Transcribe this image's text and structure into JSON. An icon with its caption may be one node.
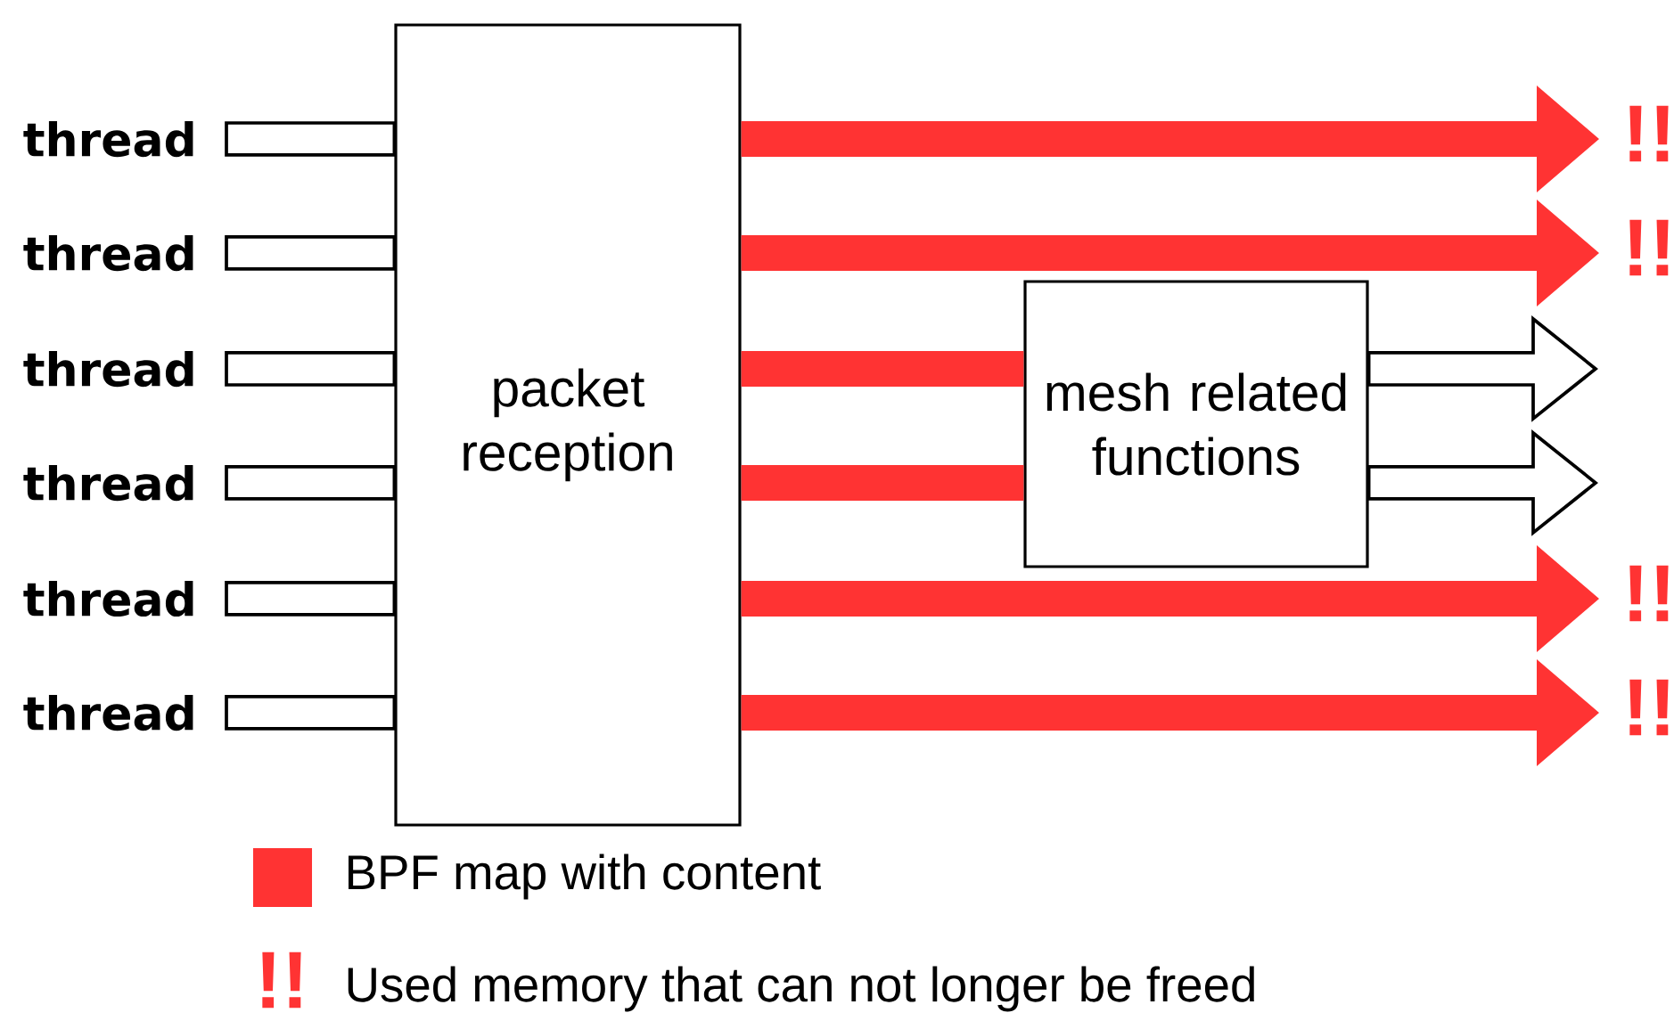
{
  "diagram": {
    "nodes": [
      {
        "text": [
          "thread"
        ]
      },
      {
        "text": [
          "thread"
        ]
      },
      {
        "text": [
          "thread"
        ]
      },
      {
        "text": [
          "thread"
        ]
      },
      {
        "text": [
          "thread"
        ]
      },
      {
        "text": [
          "thread"
        ]
      },
      {
        "text": [
          "packet reception"
        ]
      },
      {
        "text": [
          "mesh related functions"
        ]
      }
    ],
    "edges": [
      {
        "from": 0,
        "to": 6,
        "arrow": "none"
      },
      {
        "from": 1,
        "to": 6,
        "arrow": "none"
      },
      {
        "from": 2,
        "to": 6,
        "arrow": "none"
      },
      {
        "from": 3,
        "to": 6,
        "arrow": "none"
      },
      {
        "from": 4,
        "to": 6,
        "arrow": "none"
      },
      {
        "from": 5,
        "to": 6,
        "arrow": "none"
      },
      {
        "from": 6,
        "to": null,
        "arrow": "to",
        "style": "thick",
        "color": "#ff3333"
      },
      {
        "from": 6,
        "to": null,
        "arrow": "to",
        "style": "thick",
        "color": "#ff3333"
      },
      {
        "from": 6,
        "to": 7,
        "arrow": "none",
        "style": "thick",
        "color": "#ff3333"
      },
      {
        "from": 6,
        "to": 7,
        "arrow": "none",
        "style": "thick",
        "color": "#ff3333"
      },
      {
        "from": 6,
        "to": null,
        "arrow": "to",
        "style": "thick",
        "color": "#ff3333"
      },
      {
        "from": 6,
        "to": null,
        "arrow": "to",
        "style": "thick",
        "color": "#ff3333"
      },
      {
        "from": 7,
        "to": null,
        "arrow": "to"
      },
      {
        "from": 7,
        "to": null,
        "arrow": "to"
      }
    ],
    "labels": [
      "!!",
      "!!",
      "!!",
      "!!",
      "!!"
    ],
    "legend": [
      {
        "text": "BPF map with content",
        "color": "#ff3333"
      },
      {
        "text": "Used memory that can not longer be freed"
      }
    ]
  }
}
